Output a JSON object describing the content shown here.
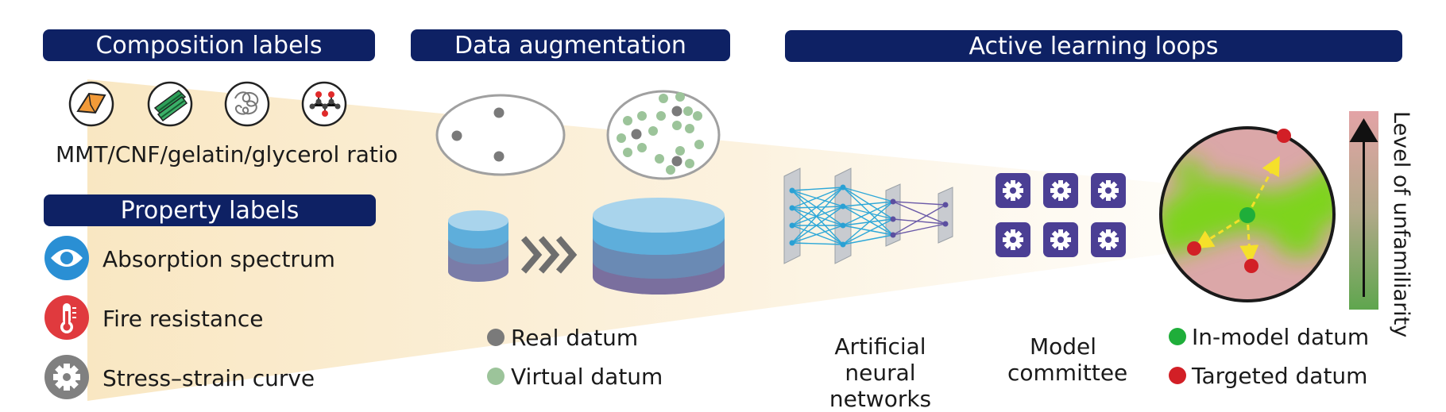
{
  "composition": {
    "banner": "Composition labels",
    "icons": [
      "mmt-sheet-icon",
      "cnf-fiber-icon",
      "gelatin-coil-icon",
      "glycerol-molecule-icon"
    ],
    "ratio_label": "MMT/CNF/gelatin/glycerol ratio"
  },
  "property": {
    "banner": "Property labels",
    "items": [
      {
        "icon": "eye-icon",
        "color": "#2a8fd4",
        "label": "Absorption spectrum"
      },
      {
        "icon": "thermometer-icon",
        "color": "#e03a3e",
        "label": "Fire resistance"
      },
      {
        "icon": "gear-icon",
        "color": "#808080",
        "label": "Stress–strain curve"
      }
    ]
  },
  "augmentation": {
    "banner": "Data augmentation",
    "legend": [
      {
        "label": "Real datum",
        "color": "#7a7a7a"
      },
      {
        "label": "Virtual datum",
        "color": "#9cc49a"
      }
    ]
  },
  "active_learning": {
    "banner": "Active learning loops",
    "ann_label": "Artificial neural networks",
    "committee_label": "Model committee",
    "legend": [
      {
        "label": "In-model datum",
        "color": "#1fae3a"
      },
      {
        "label": "Targeted datum",
        "color": "#d21f26"
      }
    ],
    "scale_label": "Level of unfamiliarity"
  },
  "colors": {
    "banner": "#0e2164",
    "committee": "#4b3f94",
    "beam": "#f9e8c4"
  }
}
